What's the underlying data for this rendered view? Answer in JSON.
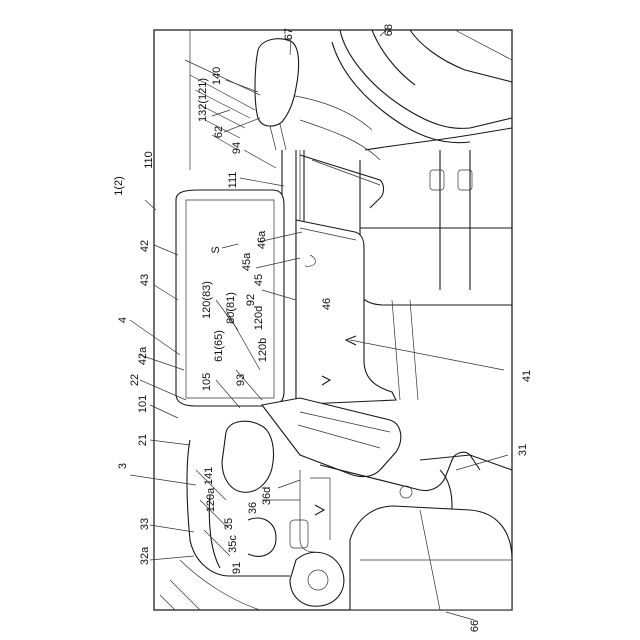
{
  "figure": {
    "labels": [
      {
        "id": "l67",
        "text": "67"
      },
      {
        "id": "l68",
        "text": "68"
      },
      {
        "id": "l140",
        "text": "140"
      },
      {
        "id": "l132",
        "text": "132(121)"
      },
      {
        "id": "l62",
        "text": "62"
      },
      {
        "id": "l94",
        "text": "94"
      },
      {
        "id": "l110",
        "text": "110"
      },
      {
        "id": "l1_2",
        "text": "1(2)"
      },
      {
        "id": "l111",
        "text": "111"
      },
      {
        "id": "lS",
        "text": "S"
      },
      {
        "id": "l46a",
        "text": "46a"
      },
      {
        "id": "l45a",
        "text": "45a"
      },
      {
        "id": "l45",
        "text": "45"
      },
      {
        "id": "l42",
        "text": "42"
      },
      {
        "id": "l43",
        "text": "43"
      },
      {
        "id": "l120_83",
        "text": "120(83)"
      },
      {
        "id": "l80_81",
        "text": "80(81)"
      },
      {
        "id": "l92",
        "text": "92"
      },
      {
        "id": "l120d",
        "text": "120d"
      },
      {
        "id": "l46",
        "text": "46"
      },
      {
        "id": "l4",
        "text": "4"
      },
      {
        "id": "l61_65",
        "text": "61(65)"
      },
      {
        "id": "l120b",
        "text": "120b"
      },
      {
        "id": "l42a",
        "text": "42a"
      },
      {
        "id": "l93",
        "text": "93"
      },
      {
        "id": "l41",
        "text": "41"
      },
      {
        "id": "l22",
        "text": "22"
      },
      {
        "id": "l105",
        "text": "105"
      },
      {
        "id": "l101",
        "text": "101"
      },
      {
        "id": "l21",
        "text": "21"
      },
      {
        "id": "l31",
        "text": "31"
      },
      {
        "id": "l3",
        "text": "3"
      },
      {
        "id": "l141",
        "text": "141"
      },
      {
        "id": "l120a",
        "text": "120a"
      },
      {
        "id": "l36d",
        "text": "36d"
      },
      {
        "id": "l36",
        "text": "36"
      },
      {
        "id": "l33",
        "text": "33"
      },
      {
        "id": "l35",
        "text": "35"
      },
      {
        "id": "l35c",
        "text": "35c"
      },
      {
        "id": "l32a",
        "text": "32a"
      },
      {
        "id": "l91",
        "text": "91"
      },
      {
        "id": "l66",
        "text": "66"
      }
    ]
  }
}
